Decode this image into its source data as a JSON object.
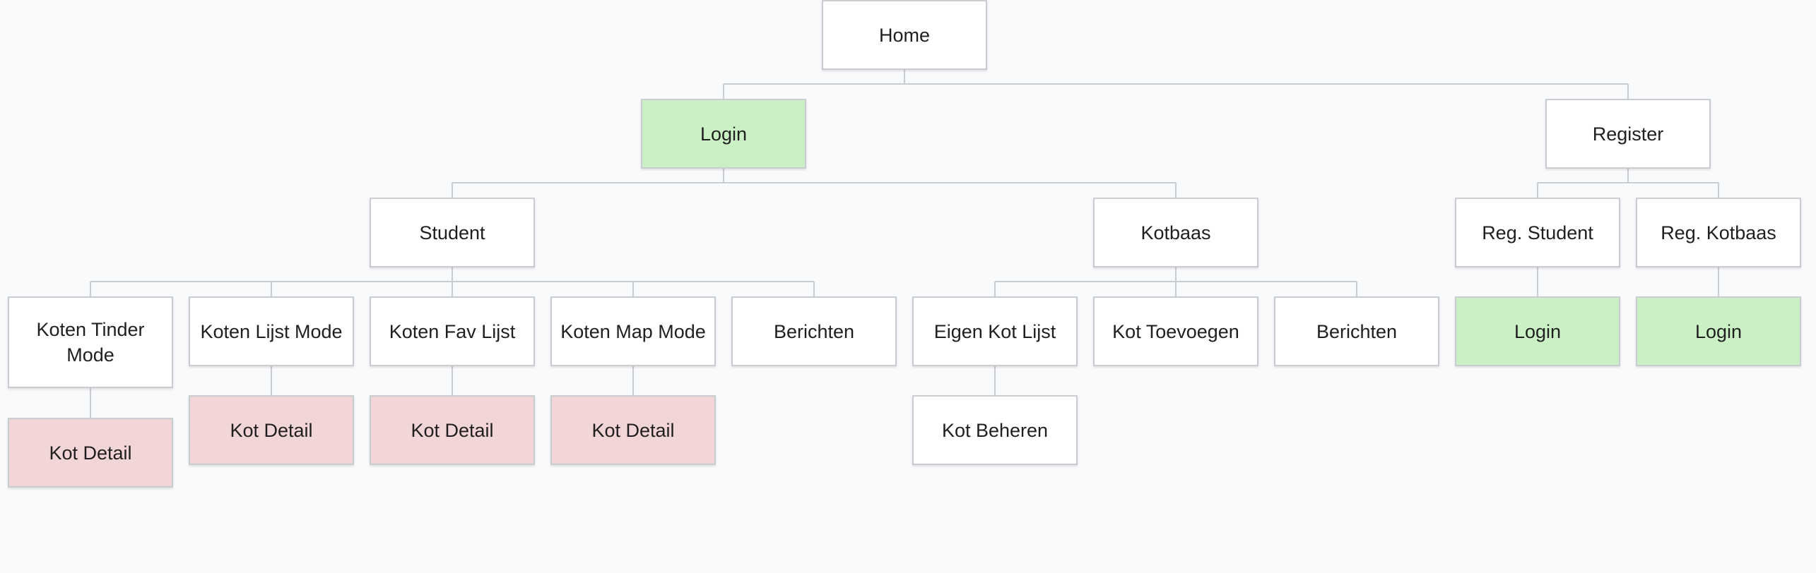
{
  "diagram": {
    "colors": {
      "background": "#f9fafb",
      "node_default": "#ffffff",
      "node_green": "#ccf0c6",
      "node_pink": "#f2d5d7",
      "connector": "#c9ccd1"
    },
    "nodes": [
      {
        "id": "home",
        "label": "Home",
        "parent": null,
        "style": "default"
      },
      {
        "id": "login",
        "label": "Login",
        "parent": "home",
        "style": "green"
      },
      {
        "id": "register",
        "label": "Register",
        "parent": "home",
        "style": "default"
      },
      {
        "id": "student",
        "label": "Student",
        "parent": "login",
        "style": "default"
      },
      {
        "id": "kotbaas",
        "label": "Kotbaas",
        "parent": "login",
        "style": "default"
      },
      {
        "id": "reg-student",
        "label": "Reg. Student",
        "parent": "register",
        "style": "default"
      },
      {
        "id": "reg-kotbaas",
        "label": "Reg. Kotbaas",
        "parent": "register",
        "style": "default"
      },
      {
        "id": "koten-tinder-mode",
        "label": "Koten Tinder Mode",
        "parent": "student",
        "style": "default"
      },
      {
        "id": "koten-lijst-mode",
        "label": "Koten Lijst Mode",
        "parent": "student",
        "style": "default"
      },
      {
        "id": "koten-fav-lijst",
        "label": "Koten Fav Lijst",
        "parent": "student",
        "style": "default"
      },
      {
        "id": "koten-map-mode",
        "label": "Koten Map Mode",
        "parent": "student",
        "style": "default"
      },
      {
        "id": "berichten-student",
        "label": "Berichten",
        "parent": "student",
        "style": "default"
      },
      {
        "id": "eigen-kot-lijst",
        "label": "Eigen Kot Lijst",
        "parent": "kotbaas",
        "style": "default"
      },
      {
        "id": "kot-toevoegen",
        "label": "Kot Toevoegen",
        "parent": "kotbaas",
        "style": "default"
      },
      {
        "id": "berichten-kotbaas",
        "label": "Berichten",
        "parent": "kotbaas",
        "style": "default"
      },
      {
        "id": "login-reg-student",
        "label": "Login",
        "parent": "reg-student",
        "style": "green"
      },
      {
        "id": "login-reg-kotbaas",
        "label": "Login",
        "parent": "reg-kotbaas",
        "style": "green"
      },
      {
        "id": "kot-detail-tinder",
        "label": "Kot Detail",
        "parent": "koten-tinder-mode",
        "style": "pink"
      },
      {
        "id": "kot-detail-lijst",
        "label": "Kot Detail",
        "parent": "koten-lijst-mode",
        "style": "pink"
      },
      {
        "id": "kot-detail-fav",
        "label": "Kot Detail",
        "parent": "koten-fav-lijst",
        "style": "pink"
      },
      {
        "id": "kot-detail-map",
        "label": "Kot Detail",
        "parent": "koten-map-mode",
        "style": "pink"
      },
      {
        "id": "kot-beheren",
        "label": "Kot Beheren",
        "parent": "eigen-kot-lijst",
        "style": "default"
      }
    ]
  }
}
